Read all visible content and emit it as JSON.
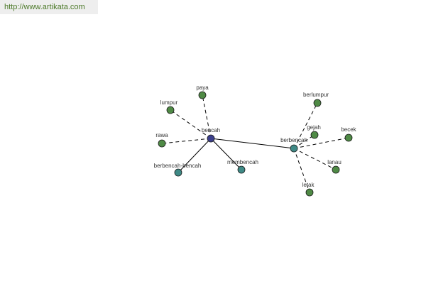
{
  "header": {
    "url": "http://www.artikata.com"
  },
  "colors": {
    "hub": "#3b3f8c",
    "secondary": "#3f8a86",
    "leaf": "#4f8a45"
  },
  "graph": {
    "hubs": {
      "bencah": "bencah",
      "berbencah": "berbencah"
    },
    "nodes": {
      "paya": "paya",
      "lumpur": "lumpur",
      "rawa": "rawa",
      "berbencah_bencah": "berbencah-bencah",
      "membencah": "membencah",
      "berlumpur": "berlumpur",
      "gejah": "gejah",
      "becek": "becek",
      "lanau": "lanau",
      "letak": "letak"
    }
  }
}
